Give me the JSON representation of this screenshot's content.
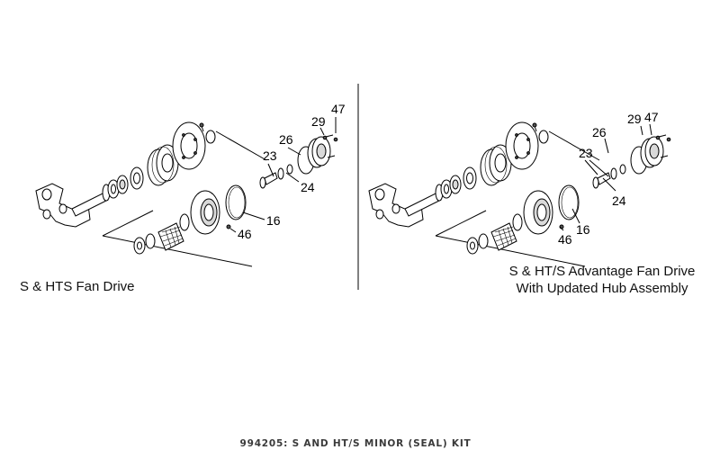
{
  "left_diagram": {
    "caption": "S & HTS Fan Drive",
    "callouts": [
      "47",
      "29",
      "26",
      "23",
      "24",
      "16",
      "46"
    ]
  },
  "right_diagram": {
    "caption_line1": "S & HT/S Advantage Fan Drive",
    "caption_line2": "With Updated Hub Assembly",
    "callouts": [
      "29",
      "47",
      "26",
      "23",
      "24",
      "16",
      "46"
    ]
  },
  "kit_title": "994205: S AND HT/S MINOR (SEAL) KIT",
  "colors": {
    "line": "#000000",
    "text": "#111111",
    "title": "#3a3a3a"
  }
}
